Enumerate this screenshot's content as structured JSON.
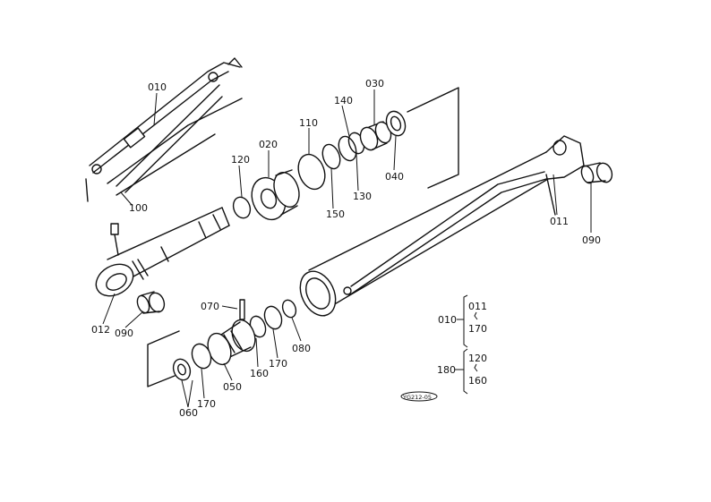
{
  "labels": {
    "p010": "010",
    "p100": "100",
    "p120": "120",
    "p020": "020",
    "p110": "110",
    "p140": "140",
    "p030": "030",
    "p150": "150",
    "p130": "130",
    "p040": "040",
    "p011": "011",
    "p090": "090",
    "p012": "012",
    "p070": "070",
    "p080": "080",
    "p170": "170",
    "p160": "160",
    "p050": "050",
    "p060": "060"
  },
  "legend": {
    "group1": {
      "parent": "010",
      "child1": "011",
      "child2": "170"
    },
    "group2": {
      "parent": "180",
      "child1": "120",
      "child2": "160"
    }
  },
  "reference": "YG212-05"
}
